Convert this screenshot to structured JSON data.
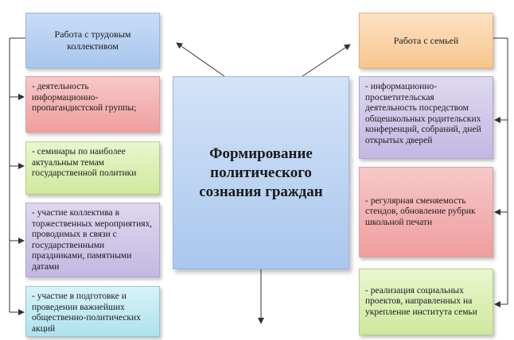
{
  "center": {
    "title": "Формирование политического сознания граждан"
  },
  "left": {
    "header": "Работа с трудовым коллективом",
    "items": [
      "- деятельность информационно-пропагандистской группы;",
      "- семинары по наиболее актуальным темам государственной политики",
      "- участие коллектива в торжественных мероприятиях, проводимых в связи с государственными праздниками, памятными датами",
      "- участие в подготовке и проведении важнейших общественно-политических акций"
    ]
  },
  "right": {
    "header": "Работа с семьей",
    "items": [
      "- информационно-просветительская деятельность посредством общешкольных родительских конференций, собраний, дней открытых дверей",
      "- регулярная сменяемость стендов, обновление рубрик школьной печати",
      "- реализация социальных проектов, направленных на укрепление института семьи"
    ]
  },
  "colors": {
    "header_left": "#b4cdf0",
    "header_right": "#f9cd9c",
    "center": "#bfd5f2",
    "red": "#f3b3b3",
    "green": "#dcefb5",
    "purple": "#d0c7e8",
    "cyan": "#c2ebf3",
    "connector": "#333333"
  }
}
